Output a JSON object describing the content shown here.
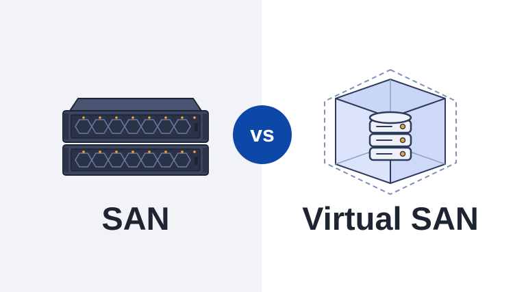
{
  "left": {
    "label": "SAN",
    "icon": "server-rack-icon"
  },
  "badge": {
    "text": "vs",
    "color": "#0d47a8"
  },
  "right": {
    "label": "Virtual SAN",
    "icon": "virtual-storage-cube-icon"
  },
  "colors": {
    "left_background": "#f1f3f7",
    "right_background": "#ffffff",
    "label_text": "#1f2530",
    "accent_orange": "#f3a233",
    "cube_fill": "#dbe4fb"
  }
}
